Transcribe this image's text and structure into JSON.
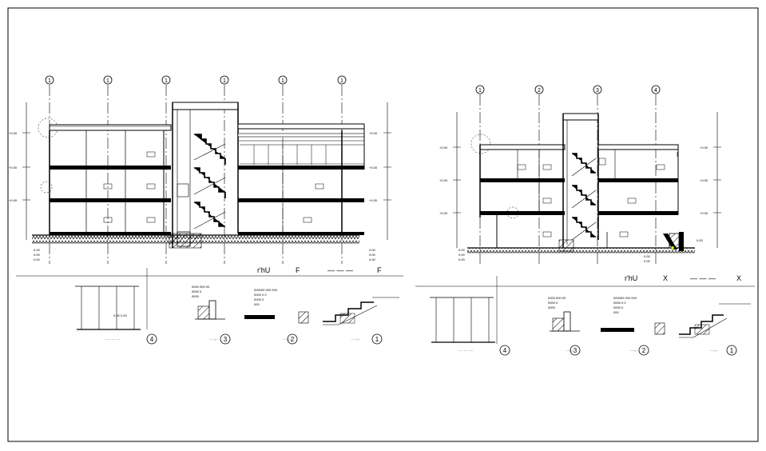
{
  "sheet": {
    "background": "#ffffff",
    "line_color": "#000000",
    "accent": "#ffff00"
  },
  "left_section": {
    "title_prefix": "r'hU",
    "title_letter_a": "F",
    "title_dashes": "— — —",
    "title_letter_b": "F",
    "grid_axes": [
      "1",
      "1",
      "1",
      "1",
      "1",
      "1"
    ],
    "details": [
      {
        "number": "4",
        "caption": "···· ···· ····"
      },
      {
        "number": "3",
        "caption": "···· \\ ··"
      },
      {
        "number": "2",
        "caption": "···· \\ ··"
      },
      {
        "number": "1",
        "caption": "···· \\ ··"
      }
    ]
  },
  "right_section": {
    "title_prefix": "r'hU",
    "title_letter_a": "X",
    "title_dashes": "— — —",
    "title_letter_b": "X",
    "grid_axes": [
      "1",
      "2",
      "3",
      "4"
    ],
    "details": [
      {
        "number": "4",
        "caption": "···· ···· ····"
      },
      {
        "number": "3",
        "caption": "···· \\ ··"
      },
      {
        "number": "2",
        "caption": "···· \\ ··"
      },
      {
        "number": "1",
        "caption": "···· \\ ··"
      }
    ]
  }
}
